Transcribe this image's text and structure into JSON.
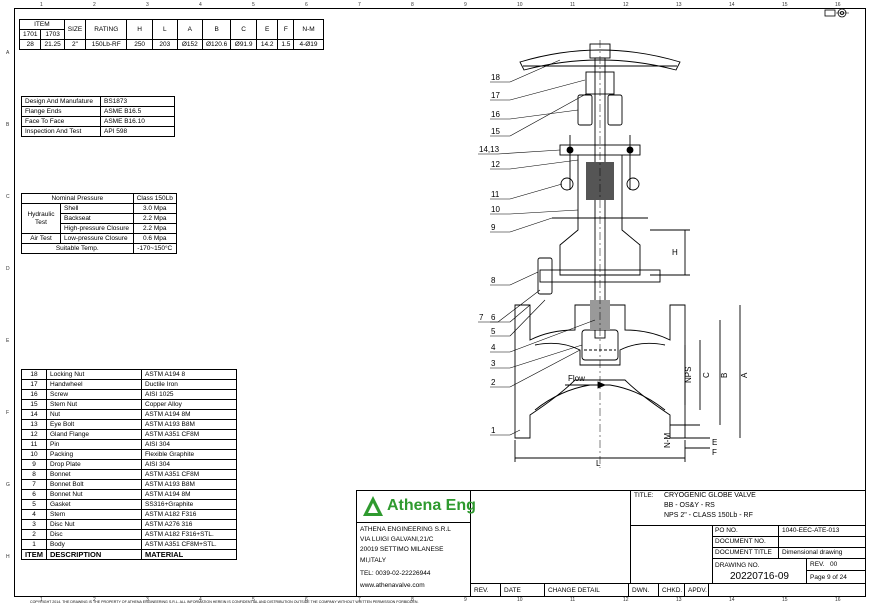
{
  "size_table": {
    "headers": {
      "item": "ITEM",
      "size": "SIZE",
      "rating": "RATING",
      "h": "H",
      "l": "L",
      "a": "A",
      "b": "B",
      "c": "C",
      "e": "E",
      "f": "F",
      "nm": "N-M"
    },
    "sub_headers": [
      "1701",
      "1703"
    ],
    "row": [
      "28",
      "21.25",
      "2\"",
      "150Lb-RF",
      "250",
      "203",
      "Ø152",
      "Ø120.6",
      "Ø91.9",
      "14.2",
      "1.5",
      "4-Ø19"
    ]
  },
  "standards": [
    [
      "Design And Manufature",
      "BS1873"
    ],
    [
      "Flange Ends",
      "ASME B16.5"
    ],
    [
      "Face To Face",
      "ASME B16.10"
    ],
    [
      "Inspection And Test",
      "API 598"
    ]
  ],
  "pressure": {
    "nominal_label": "Nominal Pressure",
    "nominal_value": "Class 150Lb",
    "hydraulic_label": "Hydraulic Test",
    "rows": [
      [
        "Shell",
        "3.0 Mpa"
      ],
      [
        "Backseat",
        "2.2 Mpa"
      ],
      [
        "High-pressure Closure",
        "2.2 Mpa"
      ]
    ],
    "air_label": "Air Test",
    "air_row": [
      "Low-pressure Closure",
      "0.6 Mpa"
    ],
    "temp_label": "Suitable Temp.",
    "temp_value": "-170~150°C"
  },
  "parts": [
    [
      "18",
      "Locking Nut",
      "ASTM A194 8"
    ],
    [
      "17",
      "Handwheel",
      "Ductile Iron"
    ],
    [
      "16",
      "Screw",
      "AISI 1025"
    ],
    [
      "15",
      "Stem Nut",
      "Copper Alloy"
    ],
    [
      "14",
      "Nut",
      "ASTM A194 8M"
    ],
    [
      "13",
      "Eye Bolt",
      "ASTM A193 B8M"
    ],
    [
      "12",
      "Gland Flange",
      "ASTM A351 CF8M"
    ],
    [
      "11",
      "Pin",
      "AISI 304"
    ],
    [
      "10",
      "Packing",
      "Flexible Graphite"
    ],
    [
      "9",
      "Drop Plate",
      "AISI 304"
    ],
    [
      "8",
      "Bonnet",
      "ASTM A351 CF8M"
    ],
    [
      "7",
      "Bonnet Bolt",
      "ASTM A193 B8M"
    ],
    [
      "6",
      "Bonnet Nut",
      "ASTM A194 8M"
    ],
    [
      "5",
      "Gasket",
      "SS316+Graphite"
    ],
    [
      "4",
      "Stem",
      "ASTM A182 F316"
    ],
    [
      "3",
      "Disc Nut",
      "ASTM A276 316"
    ],
    [
      "2",
      "Disc",
      "ASTM A182 F316+STL."
    ],
    [
      "1",
      "Body",
      "ASTM A351 CF8M+STL."
    ]
  ],
  "parts_header": [
    "ITEM",
    "DESCRIPTION",
    "MATERIAL"
  ],
  "callouts": [
    "18",
    "17",
    "16",
    "15",
    "14,13",
    "12",
    "11",
    "10",
    "9",
    "8",
    "7",
    "6",
    "5",
    "4",
    "3",
    "2",
    "1"
  ],
  "dim_labels": {
    "h": "H",
    "nps": "NPS",
    "c": "C",
    "b": "B",
    "a": "A",
    "l": "L",
    "nm": "N-M",
    "e": "E",
    "f": "F",
    "flow": "Flow"
  },
  "title_block": {
    "logo": "Athena Eng",
    "company": [
      "ATHENA ENGINEERING S.R.L",
      "VIA LUIGI GALVANI,21/C",
      "20019 SETTIMO MILANESE",
      "MI,ITALY",
      "TEL: 0039-02-22226944",
      "www.athenavalve.com"
    ],
    "title_label": "TITLE:",
    "title_lines": [
      "CRYOGENIC GLOBE VALVE",
      "BB - OS&Y - RS",
      "NPS 2\" - CLASS 150Lb - RF"
    ],
    "po_label": "PO NO.",
    "po_value": "1040-EEC-ATE-013",
    "doc_no_label": "DOCUMENT NO.",
    "doc_no_value": "",
    "doc_title_label": "DOCUMENT TITLE",
    "doc_title_value": "Dimensional drawing",
    "drawing_no_label": "DRAWING NO.",
    "drawing_no_value": "20220716-09",
    "rev_label": "REV.",
    "rev_value": "00",
    "page_value": "Page 9 of 24",
    "rev_cols": [
      "REV.",
      "DATE",
      "CHANGE DETAIL",
      "DWN.",
      "CHKD.",
      "APDV."
    ]
  },
  "copyright": "COPYRIGHT 2014. THE DRAWING IS THE PROPERTY OF ATHENA ENGINEERING S.R.L.  ALL INFORMATION HEREIN IS CONFIDENTIAL AND DISTRIBUTION OUTSIDE THE COMPANY WITHOUT WRITTEN PERMISSION FORBIDDEN.",
  "grid_cols": [
    "1",
    "2",
    "3",
    "4",
    "5",
    "6",
    "7",
    "8",
    "9",
    "10",
    "11",
    "12",
    "13",
    "14",
    "15",
    "16"
  ],
  "grid_rows": [
    "A",
    "B",
    "C",
    "D",
    "E",
    "F",
    "G",
    "H"
  ],
  "colors": {
    "logo_green": "#2f9a2f",
    "line": "#000000"
  }
}
